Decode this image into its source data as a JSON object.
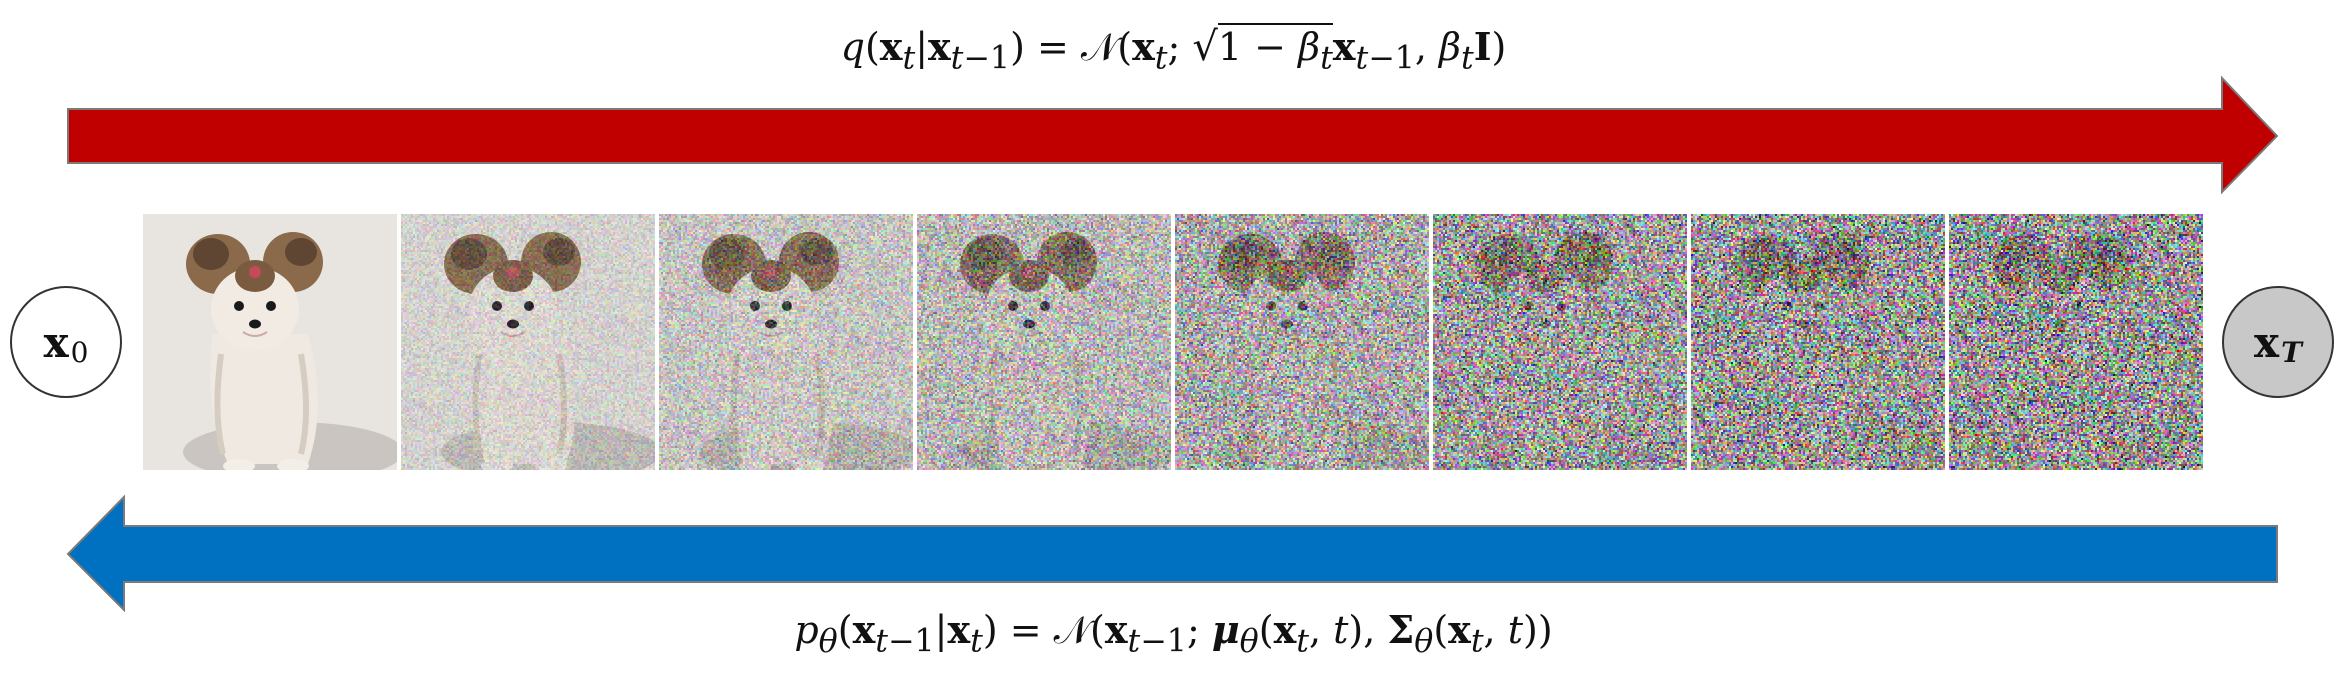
{
  "forward_process": {
    "formula": "q(xₜ|xₜ₋₁) = 𝒩(xₜ; √(1 − βₜ) xₜ₋₁, βₜ I)",
    "arrow_color": "#c00000",
    "direction": "left-to-right"
  },
  "reverse_process": {
    "formula": "p_θ(xₜ₋₁|xₜ) = 𝒩(xₜ₋₁; μ_θ(xₜ, t), Σ_θ(xₜ, t))",
    "arrow_color": "#0070c0",
    "direction": "right-to-left"
  },
  "start_node": {
    "symbol": "x",
    "subscript": "0",
    "fill": "#ffffff"
  },
  "end_node": {
    "symbol": "x",
    "subscript": "T",
    "fill": "#c8c8c8"
  },
  "image_frames": [
    {
      "noise_level": 0.0
    },
    {
      "noise_level": 0.25
    },
    {
      "noise_level": 0.42
    },
    {
      "noise_level": 0.58
    },
    {
      "noise_level": 0.75
    },
    {
      "noise_level": 0.9
    },
    {
      "noise_level": 0.97
    },
    {
      "noise_level": 1.0
    }
  ]
}
